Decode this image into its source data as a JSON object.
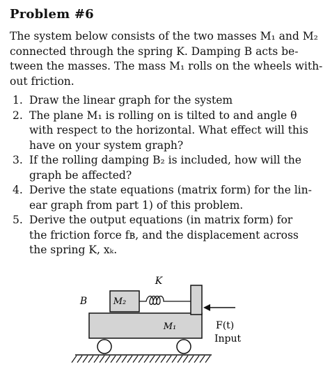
{
  "title": "Problem #6",
  "intro": [
    "The system below consists of the two masses M₁ and M₂",
    "connected through the spring K.  Damping B acts be-",
    "tween the masses. The mass M₁ rolls on the wheels with-",
    "out friction."
  ],
  "items": [
    {
      "num": "1.",
      "lines": [
        "Draw the linear graph for the system"
      ]
    },
    {
      "num": "2.",
      "lines": [
        "The plane M₁ is rolling on is tilted to and angle θ",
        "with respect to the horizontal. What effect will this",
        "have on your system graph?"
      ]
    },
    {
      "num": "3.",
      "lines": [
        "If the rolling damping B₂ is included, how will the",
        "graph be affected?"
      ]
    },
    {
      "num": "4.",
      "lines": [
        "Derive the state equations (matrix form) for the lin-",
        "ear graph from part 1) of this problem."
      ]
    },
    {
      "num": "5.",
      "lines": [
        "Derive the output equations (in matrix form) for",
        "the friction force fʙ, and the displacement across",
        "the spring K, xₖ."
      ]
    }
  ],
  "figure": {
    "spring_label": "K",
    "damper_label": "B",
    "mass2_label": "M₂",
    "mass1_label": "M₁",
    "force_label": "F(t)",
    "input_label": "Input",
    "block_fill": "#d4d4d4"
  }
}
